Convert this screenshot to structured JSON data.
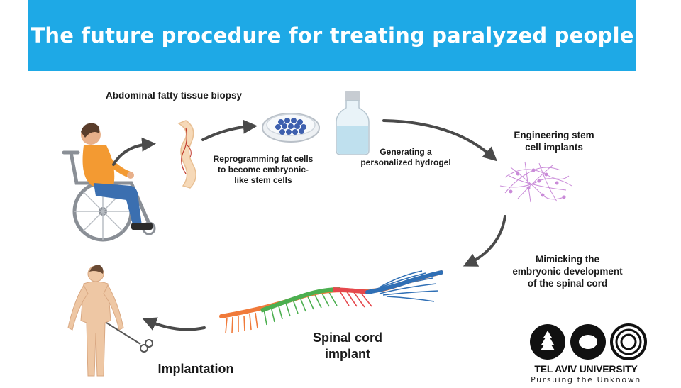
{
  "title": "The future procedure for treating paralyzed people",
  "steps": {
    "biopsy": "Abdominal fatty tissue biopsy",
    "reprogramming": "Reprogramming fat cells\nto become embryonic-\nlike stem cells",
    "hydrogel": "Generating a\npersonalized hydrogel",
    "engineering": "Engineering stem\ncell implants",
    "mimicking": "Mimicking the\nembryonic development\nof the spinal cord",
    "spinal_implant": "Spinal cord\nimplant",
    "implantation": "Implantation"
  },
  "logo": {
    "name": "TEL AVIV UNIVERSITY",
    "slogan": "Pursuing the Unknown"
  },
  "colors": {
    "banner": "#1ea9e6",
    "arrow": "#4a4a4a",
    "cord_orange": "#f07a3a",
    "cord_green": "#4caf50",
    "cord_red": "#e5484d",
    "cord_blue": "#2f6fb5"
  }
}
